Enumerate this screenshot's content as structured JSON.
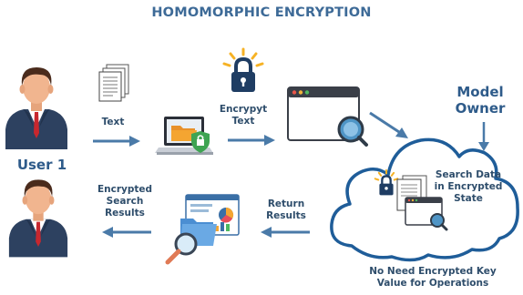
{
  "title": "HOMOMORPHIC ENCRYPTION",
  "labels": {
    "user": "User 1",
    "text": "Text",
    "encrypt_line1": "Encrypyt",
    "encrypt_line2": "Text",
    "model_line1": "Model",
    "model_line2": "Owner",
    "search_line1": "Search Data",
    "search_line2": "in Encrypted",
    "search_line3": "State",
    "return_line1": "Return",
    "return_line2": "Results",
    "enc_results_line1": "Encrypted",
    "enc_results_line2": "Search",
    "enc_results_line3": "Results",
    "no_need_line1": "No Need Encrypted Key",
    "no_need_line2": "Value for Operations"
  },
  "colors": {
    "title": "#3d6a97",
    "arrow": "#4a7aa8",
    "cloud_stroke": "#1f5d99",
    "label": "#2e4d6b",
    "suit": "#2d4160",
    "skin": "#f1b58f",
    "hair": "#4a2b1c",
    "lock_body": "#1f3d63",
    "lock_glow": "#f6b225",
    "folder": "#f4a531"
  },
  "icons": [
    "user-avatar",
    "document-stack-icon",
    "laptop-folder-shield-icon",
    "padlock-icon",
    "browser-search-icon",
    "cloud-icon",
    "report-magnifier-icon"
  ]
}
